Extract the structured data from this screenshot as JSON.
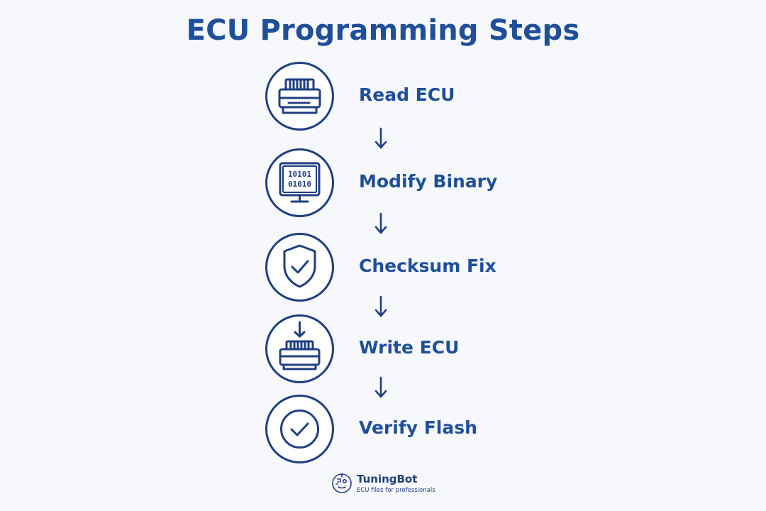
{
  "title": "ECU Programming Steps",
  "steps": [
    {
      "label": "Read ECU",
      "icon": "ecu-chip-icon"
    },
    {
      "label": "Modify Binary",
      "icon": "binary-monitor-icon",
      "screen_lines": [
        "10101",
        "01010"
      ]
    },
    {
      "label": "Checksum Fix",
      "icon": "shield-check-icon"
    },
    {
      "label": "Write ECU",
      "icon": "ecu-write-icon"
    },
    {
      "label": "Verify Flash",
      "icon": "check-circle-icon"
    }
  ],
  "brand": {
    "name": "TuningBot",
    "tagline": "ECU files for professionals",
    "icon": "robot-face-icon"
  },
  "colors": {
    "primary": "#1f4f9a",
    "stroke": "#1f3f82",
    "background": "#f7f8fb"
  }
}
